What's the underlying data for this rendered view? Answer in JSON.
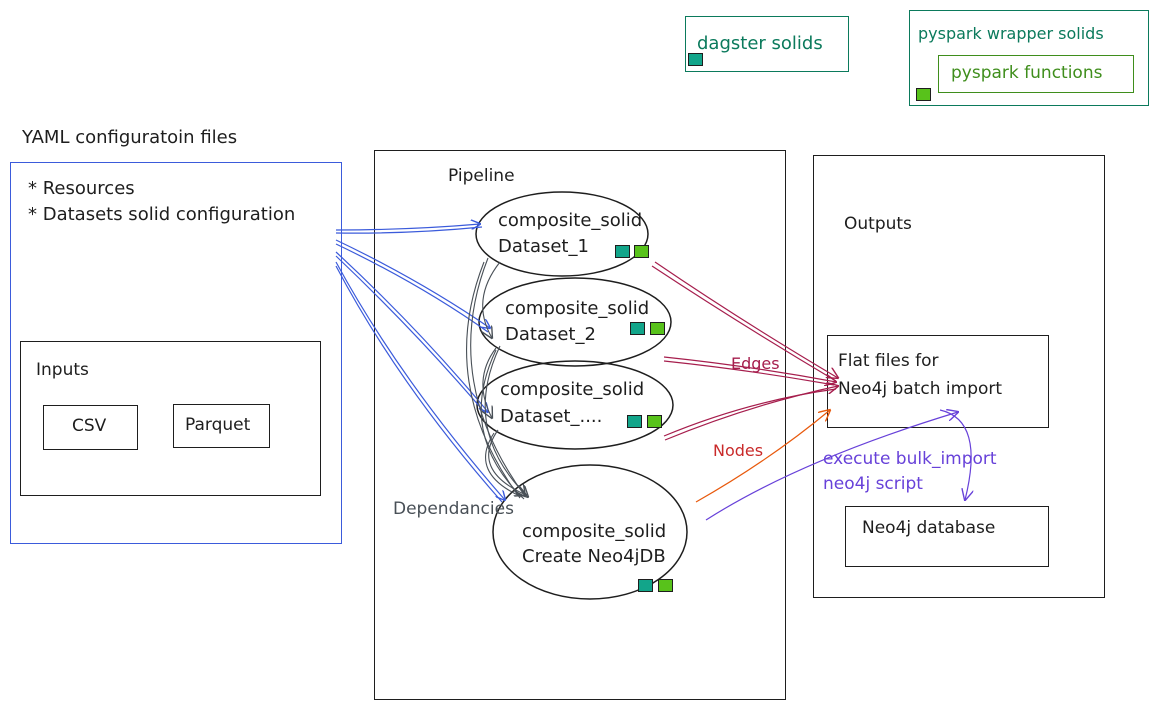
{
  "legend": {
    "dagster_label": "dagster solids",
    "pyspark_wrapper_label": "pyspark wrapper solids",
    "pyspark_functions_label": "pyspark functions",
    "dagster_color": "#0b7a5c",
    "pyspark_color": "#3f8e1c"
  },
  "yaml": {
    "title": "YAML configuratoin files",
    "items": [
      "* Resources",
      "* Datasets solid configuration"
    ],
    "inputs": {
      "title": "Inputs",
      "csv": "CSV",
      "parquet": "Parquet"
    }
  },
  "pipeline": {
    "title": "Pipeline",
    "solids": [
      {
        "kind": "composite_solid",
        "name": "Dataset_1"
      },
      {
        "kind": "composite_solid",
        "name": "Dataset_2"
      },
      {
        "kind": "composite_solid",
        "name": "Dataset_...."
      },
      {
        "kind": "composite_solid",
        "name": "Create Neo4jDB"
      }
    ],
    "dependencies_label": "Dependancies"
  },
  "outputs": {
    "title": "Outputs",
    "flat_files": [
      "Flat files for",
      "Neo4j batch import"
    ],
    "database": "Neo4j database"
  },
  "annotations": {
    "edges": "Edges",
    "nodes": "Nodes",
    "bulk_import": [
      "execute bulk_import",
      "neo4j script"
    ]
  },
  "colors": {
    "blue_arrows": "#3b5bdb",
    "edges_arrows": "#a61e4d",
    "nodes_arrows": "#e8590c",
    "bulk_arrows": "#6741d9",
    "dependency_arrows": "#495057"
  }
}
